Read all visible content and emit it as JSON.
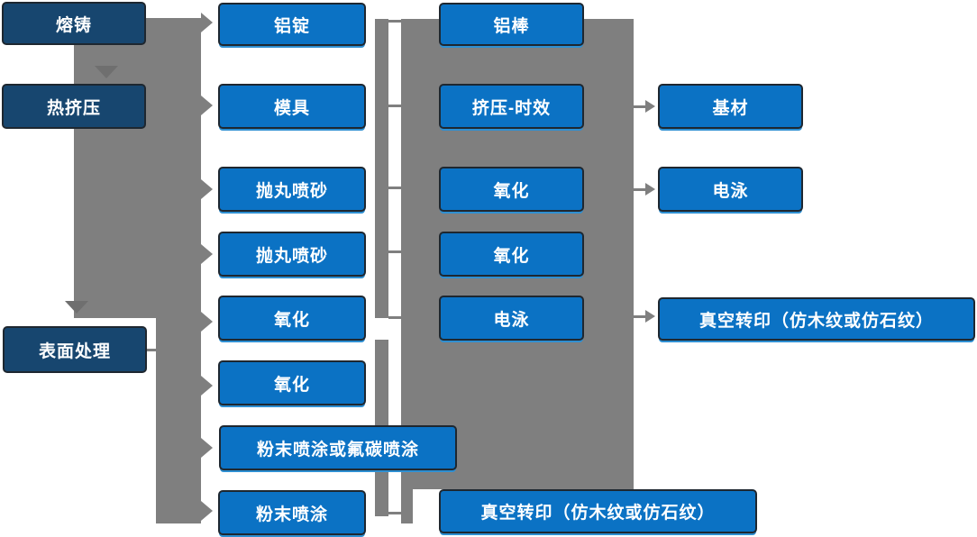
{
  "diagram": {
    "colors": {
      "process_box_blue": "#0B72C4",
      "stage_box_dark_blue": "#17466F",
      "connector_gray": "#7F7F7F",
      "text_white": "#FFFFFF"
    },
    "nodes": {
      "melt_cast": {
        "label": "熔铸"
      },
      "hot_extrusion": {
        "label": "热挤压"
      },
      "surface_treatment": {
        "label": "表面处理"
      },
      "aluminum_ingot": {
        "label": "铝锭"
      },
      "mold": {
        "label": "模具"
      },
      "shot_blast_1": {
        "label": "抛丸喷砂"
      },
      "shot_blast_2": {
        "label": "抛丸喷砂"
      },
      "oxidation_1": {
        "label": "氧化"
      },
      "oxidation_2": {
        "label": "氧化"
      },
      "powder_fluorocarbon": {
        "label": "粉末喷涂或氟碳喷涂"
      },
      "powder_coating": {
        "label": "粉末喷涂"
      },
      "aluminum_rod": {
        "label": "铝棒"
      },
      "extrusion_aging": {
        "label": "挤压-时效"
      },
      "oxidation_3": {
        "label": "氧化"
      },
      "oxidation_4": {
        "label": "氧化"
      },
      "electrophoresis_1": {
        "label": "电泳"
      },
      "vacuum_transfer_bottom": {
        "label": "真空转印（仿木纹或仿石纹）"
      },
      "base_material": {
        "label": "基材"
      },
      "electrophoresis_2": {
        "label": "电泳"
      },
      "vacuum_transfer_right": {
        "label": "真空转印（仿木纹或仿石纹）"
      }
    }
  }
}
